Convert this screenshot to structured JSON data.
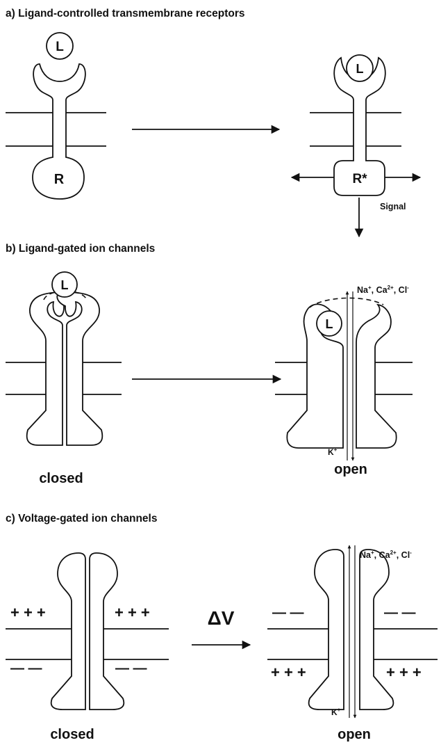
{
  "panels": {
    "a": {
      "title": "a) Ligand-controlled transmembrane receptors",
      "ligand_left": "L",
      "receptor_left": "R",
      "ligand_right": "L",
      "receptor_right": "R*",
      "signal": "Signal"
    },
    "b": {
      "title": "b) Ligand-gated ion channels",
      "ligand_left": "L",
      "ligand_right": "L",
      "ions_in": "Na",
      "ions_in_sup": "+",
      "ions_in_sep1": ", Ca",
      "ions_in_sup2": "2+",
      "ions_in_sep2": ", Cl",
      "ions_in_sup3": "-",
      "ion_out": "K",
      "ion_out_sup": "+",
      "closed": "closed",
      "open": "open"
    },
    "c": {
      "title": "c) Voltage-gated ion channels",
      "delta_v": "ΔV",
      "plus": "+ + +",
      "minus": "— —",
      "ions_in": "Na",
      "ions_in_sup": "+",
      "ions_in_sep1": ", Ca",
      "ions_in_sup2": "2+",
      "ions_in_sep2": ", Cl",
      "ions_in_sup3": "-",
      "ion_out": "K",
      "ion_out_sup": "+",
      "closed": "closed",
      "open": "open"
    }
  }
}
